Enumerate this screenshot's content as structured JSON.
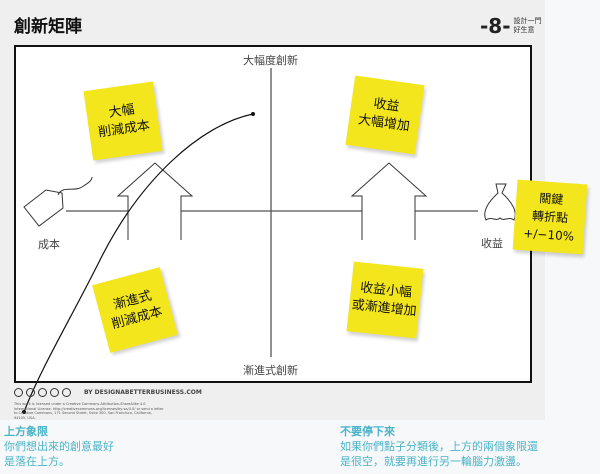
{
  "title": "創新矩陣",
  "logo": {
    "line1": "設計一門",
    "line2": "好生意"
  },
  "axes": {
    "top": "大幅度創新",
    "bottom": "漸進式創新",
    "left": "成本",
    "right": "收益"
  },
  "notes": {
    "top_left": "大幅\n削減成本",
    "top_right": "收益\n大幅增加",
    "bottom_left": "漸進式\n削減成本",
    "bottom_right": "收益小幅\n或漸進增加",
    "side": "關鍵\n轉折點\n+/−10%"
  },
  "footer": {
    "brand": "BY DESIGNABETTERBUSINESS.COM",
    "license": "This work is licensed under a Creative Commons Attribution-ShareAlike 4.0 International License. http://creativecommons.org/licenses/by-sa/4.0/ or send a letter to Creative Commons, 171 Second Street, Suite 300, San Francisco, California, 94105, USA."
  },
  "tips": [
    {
      "heading": "上方象限",
      "body": "你們想出來的創意最好\n是落在上方。"
    },
    {
      "heading": "不要停下來",
      "body": "如果你們點子分類後，上方的兩個象限還\n是很空，就要再進行另一輪腦力激盪。"
    }
  ],
  "colors": {
    "note": "#f3e61c",
    "tip": "#4bb4c8"
  }
}
